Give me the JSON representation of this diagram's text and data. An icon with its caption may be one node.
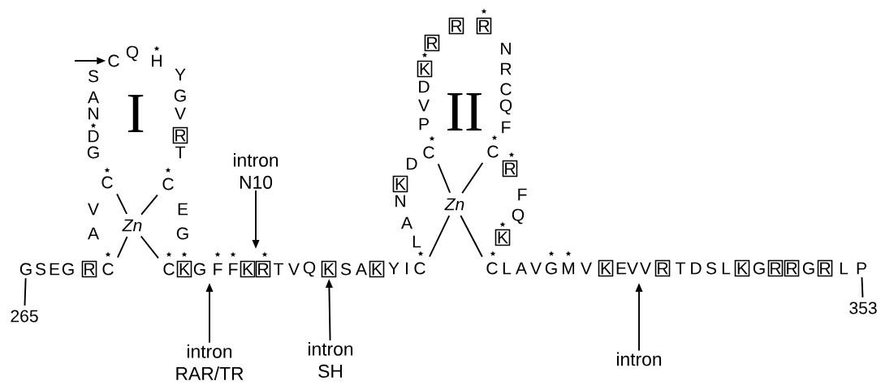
{
  "diagram": {
    "nodes": [
      {
        "text": [
          "G"
        ]
      },
      {
        "text": [
          "R"
        ]
      },
      {
        "text": [
          "C"
        ]
      },
      {
        "text": [
          "C"
        ]
      },
      {
        "text": [
          "C"
        ]
      },
      {
        "text": [
          "R"
        ]
      },
      {
        "text": [
          "C"
        ]
      },
      {
        "text": [
          "Zn"
        ]
      },
      {
        "text": [
          "C"
        ]
      },
      {
        "text": [
          "K"
        ]
      },
      {
        "text": [
          "K"
        ]
      },
      {
        "text": [
          "R"
        ]
      },
      {
        "text": [
          "K"
        ]
      },
      {
        "text": [
          "K"
        ]
      },
      {
        "text": [
          "C"
        ]
      },
      {
        "text": [
          "K"
        ]
      },
      {
        "text": [
          "C"
        ]
      },
      {
        "text": [
          "K"
        ]
      },
      {
        "text": [
          "R"
        ]
      },
      {
        "text": [
          "R"
        ]
      },
      {
        "text": [
          "R"
        ]
      },
      {
        "text": [
          "C"
        ]
      },
      {
        "text": [
          "R"
        ]
      },
      {
        "text": [
          "K"
        ]
      },
      {
        "text": [
          "Zn"
        ]
      },
      {
        "text": [
          "C"
        ]
      },
      {
        "text": [
          "K"
        ]
      },
      {
        "text": [
          "R"
        ]
      },
      {
        "text": [
          "K"
        ]
      },
      {
        "text": [
          "R"
        ]
      },
      {
        "text": [
          "R"
        ]
      },
      {
        "text": [
          "R"
        ]
      },
      {
        "text": [
          "P"
        ]
      },
      {
        "text": [
          "265"
        ]
      },
      {
        "text": [
          "353"
        ]
      },
      {
        "text": [
          "intron N10"
        ]
      },
      {
        "text": [
          "intron RAR/TR"
        ]
      },
      {
        "text": [
          "intron SH"
        ]
      },
      {
        "text": [
          "intron"
        ]
      }
    ],
    "edges": [
      {
        "from": 33,
        "to": 0,
        "arrow": "none"
      },
      {
        "from": 34,
        "to": 32,
        "arrow": "none"
      },
      {
        "from": null,
        "to": 4,
        "arrow": "to"
      },
      {
        "from": 3,
        "to": 7,
        "arrow": "none"
      },
      {
        "from": 6,
        "to": 7,
        "arrow": "none"
      },
      {
        "from": 2,
        "to": 7,
        "arrow": "none"
      },
      {
        "from": 8,
        "to": 7,
        "arrow": "none"
      },
      {
        "from": 16,
        "to": 24,
        "arrow": "none"
      },
      {
        "from": 21,
        "to": 24,
        "arrow": "none"
      },
      {
        "from": 14,
        "to": 24,
        "arrow": "none"
      },
      {
        "from": 25,
        "to": 24,
        "arrow": "none"
      },
      {
        "from": 35,
        "to": null,
        "arrow": "to"
      },
      {
        "from": 36,
        "to": null,
        "arrow": "to"
      },
      {
        "from": 37,
        "to": 12,
        "arrow": "to"
      },
      {
        "from": 38,
        "to": null,
        "arrow": "to"
      }
    ],
    "labels": [
      "S",
      "E",
      "G",
      "A",
      "V",
      "G",
      "D",
      "N",
      "A",
      "S",
      "Q",
      "H",
      "Y",
      "G",
      "V",
      "T",
      "E",
      "G",
      "G",
      "F",
      "F",
      "T",
      "V",
      "Q",
      "S",
      "A",
      "Y",
      "I",
      "L",
      "A",
      "N",
      "D",
      "P",
      "V",
      "D",
      "N",
      "R",
      "C",
      "Q",
      "F",
      "F",
      "Q",
      "L",
      "A",
      "V",
      "G",
      "M",
      "V",
      "E",
      "V",
      "V",
      "T",
      "D",
      "S",
      "L",
      "G",
      "G",
      "L",
      "I",
      "II"
    ]
  }
}
